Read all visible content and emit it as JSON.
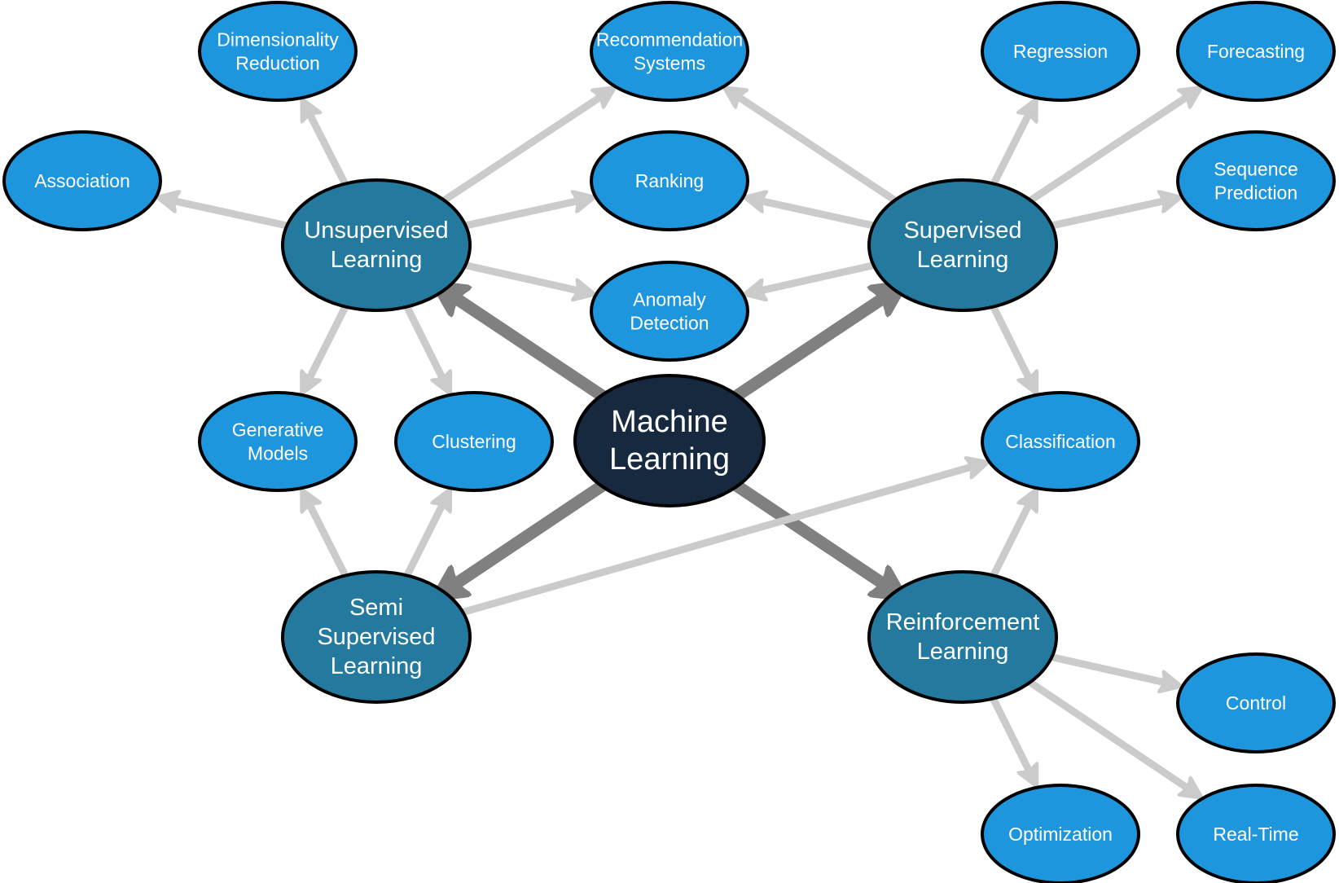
{
  "title": "Machine Learning",
  "colors": {
    "root_fill": "#16293f",
    "hub_fill": "#237a9e",
    "leaf_fill": "#1e96de",
    "primary_edge": "#808080",
    "secondary_edge": "#cbcbcb",
    "outline": "#000000",
    "text": "#ffffff"
  },
  "nodes": [
    {
      "id": "machine-learning",
      "kind": "root",
      "lines": [
        "Machine",
        "Learning"
      ]
    },
    {
      "id": "unsupervised-learning",
      "kind": "hub",
      "lines": [
        "Unsupervised",
        "Learning"
      ]
    },
    {
      "id": "supervised-learning",
      "kind": "hub",
      "lines": [
        "Supervised",
        "Learning"
      ]
    },
    {
      "id": "semi-supervised-learning",
      "kind": "hub",
      "lines": [
        "Semi",
        "Supervised",
        "Learning"
      ]
    },
    {
      "id": "reinforcement-learning",
      "kind": "hub",
      "lines": [
        "Reinforcement",
        "Learning"
      ]
    },
    {
      "id": "dimensionality-reduction",
      "kind": "leaf",
      "lines": [
        "Dimensionality",
        "Reduction"
      ]
    },
    {
      "id": "recommendation-systems",
      "kind": "leaf",
      "lines": [
        "Recommendation",
        "Systems"
      ]
    },
    {
      "id": "regression",
      "kind": "leaf",
      "lines": [
        "Regression"
      ]
    },
    {
      "id": "forecasting",
      "kind": "leaf",
      "lines": [
        "Forecasting"
      ]
    },
    {
      "id": "association",
      "kind": "leaf",
      "lines": [
        "Association"
      ]
    },
    {
      "id": "ranking",
      "kind": "leaf",
      "lines": [
        "Ranking"
      ]
    },
    {
      "id": "sequence-prediction",
      "kind": "leaf",
      "lines": [
        "Sequence",
        "Prediction"
      ]
    },
    {
      "id": "anomaly-detection",
      "kind": "leaf",
      "lines": [
        "Anomaly",
        "Detection"
      ]
    },
    {
      "id": "generative-models",
      "kind": "leaf",
      "lines": [
        "Generative",
        "Models"
      ]
    },
    {
      "id": "clustering",
      "kind": "leaf",
      "lines": [
        "Clustering"
      ]
    },
    {
      "id": "classification",
      "kind": "leaf",
      "lines": [
        "Classification"
      ]
    },
    {
      "id": "control",
      "kind": "leaf",
      "lines": [
        "Control"
      ]
    },
    {
      "id": "optimization",
      "kind": "leaf",
      "lines": [
        "Optimization"
      ]
    },
    {
      "id": "real-time",
      "kind": "leaf",
      "lines": [
        "Real-Time"
      ]
    }
  ],
  "edges": [
    {
      "from": "machine-learning",
      "to": "unsupervised-learning",
      "type": "primary"
    },
    {
      "from": "machine-learning",
      "to": "supervised-learning",
      "type": "primary"
    },
    {
      "from": "machine-learning",
      "to": "semi-supervised-learning",
      "type": "primary"
    },
    {
      "from": "machine-learning",
      "to": "reinforcement-learning",
      "type": "primary"
    },
    {
      "from": "unsupervised-learning",
      "to": "dimensionality-reduction",
      "type": "secondary"
    },
    {
      "from": "unsupervised-learning",
      "to": "association",
      "type": "secondary"
    },
    {
      "from": "unsupervised-learning",
      "to": "recommendation-systems",
      "type": "secondary"
    },
    {
      "from": "unsupervised-learning",
      "to": "ranking",
      "type": "secondary"
    },
    {
      "from": "unsupervised-learning",
      "to": "anomaly-detection",
      "type": "secondary"
    },
    {
      "from": "unsupervised-learning",
      "to": "generative-models",
      "type": "secondary"
    },
    {
      "from": "unsupervised-learning",
      "to": "clustering",
      "type": "secondary"
    },
    {
      "from": "supervised-learning",
      "to": "recommendation-systems",
      "type": "secondary"
    },
    {
      "from": "supervised-learning",
      "to": "ranking",
      "type": "secondary"
    },
    {
      "from": "supervised-learning",
      "to": "anomaly-detection",
      "type": "secondary"
    },
    {
      "from": "supervised-learning",
      "to": "regression",
      "type": "secondary"
    },
    {
      "from": "supervised-learning",
      "to": "forecasting",
      "type": "secondary"
    },
    {
      "from": "supervised-learning",
      "to": "sequence-prediction",
      "type": "secondary"
    },
    {
      "from": "supervised-learning",
      "to": "classification",
      "type": "secondary"
    },
    {
      "from": "semi-supervised-learning",
      "to": "generative-models",
      "type": "secondary"
    },
    {
      "from": "semi-supervised-learning",
      "to": "clustering",
      "type": "secondary"
    },
    {
      "from": "semi-supervised-learning",
      "to": "classification",
      "type": "secondary"
    },
    {
      "from": "reinforcement-learning",
      "to": "classification",
      "type": "secondary"
    },
    {
      "from": "reinforcement-learning",
      "to": "control",
      "type": "secondary"
    },
    {
      "from": "reinforcement-learning",
      "to": "optimization",
      "type": "secondary"
    },
    {
      "from": "reinforcement-learning",
      "to": "real-time",
      "type": "secondary"
    }
  ]
}
